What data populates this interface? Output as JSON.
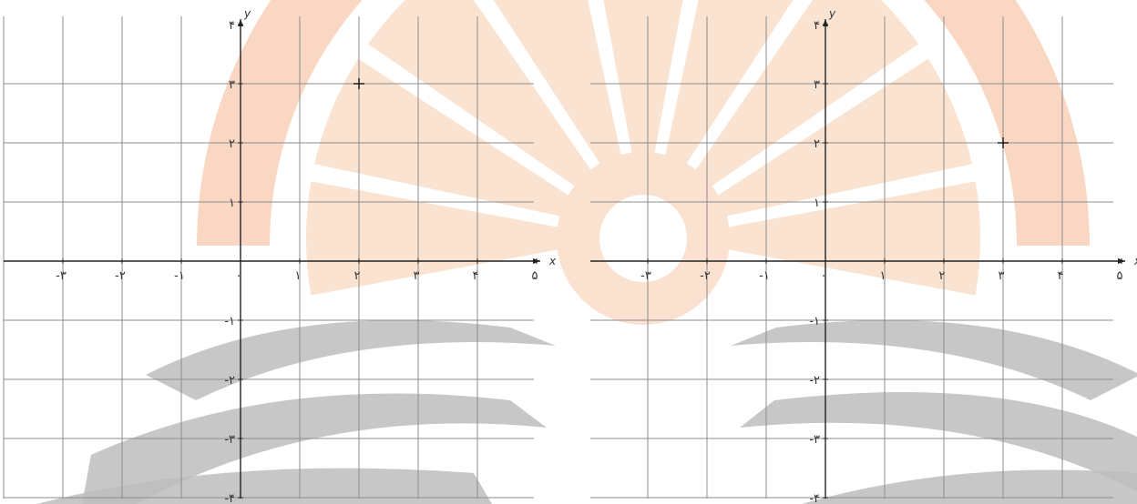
{
  "watermark": {
    "colors": {
      "orange": "#f9d3bd",
      "orange_light": "#fbe1cf",
      "gray": "#bdbdbd"
    }
  },
  "chart_data": [
    {
      "type": "scatter",
      "title": "",
      "xlabel": "x",
      "ylabel": "y",
      "xlim": [
        -4,
        5
      ],
      "ylim": [
        -4,
        4
      ],
      "grid": true,
      "x_ticks": [
        -3,
        -2,
        -1,
        0,
        1,
        2,
        3,
        4,
        5
      ],
      "y_ticks": [
        -4,
        -3,
        -2,
        -1,
        1,
        2,
        3,
        4
      ],
      "x_tick_labels": [
        "-۳",
        "-۲",
        "-۱",
        "۰",
        "۱",
        "۲",
        "۳",
        "۴",
        "۵"
      ],
      "y_tick_labels": [
        "-۴",
        "-۳",
        "-۲",
        "-۱",
        "۱",
        "۲",
        "۳",
        "۴"
      ],
      "points": [
        {
          "x": 2,
          "y": 3
        }
      ]
    },
    {
      "type": "scatter",
      "title": "",
      "xlabel": "x",
      "ylabel": "y",
      "xlim": [
        -4,
        5
      ],
      "ylim": [
        -4,
        4
      ],
      "grid": true,
      "x_ticks": [
        -3,
        -2,
        -1,
        0,
        1,
        2,
        3,
        4,
        5
      ],
      "y_ticks": [
        -4,
        -3,
        -2,
        -1,
        1,
        2,
        3,
        4
      ],
      "x_tick_labels": [
        "-۳",
        "-۲",
        "-۱",
        "۰",
        "۱",
        "۲",
        "۳",
        "۴",
        "۵"
      ],
      "y_tick_labels": [
        "-۴",
        "-۳",
        "-۲",
        "-۱",
        "۱",
        "۲",
        "۳",
        "۴"
      ],
      "points": [
        {
          "x": 3,
          "y": 2
        }
      ]
    }
  ]
}
